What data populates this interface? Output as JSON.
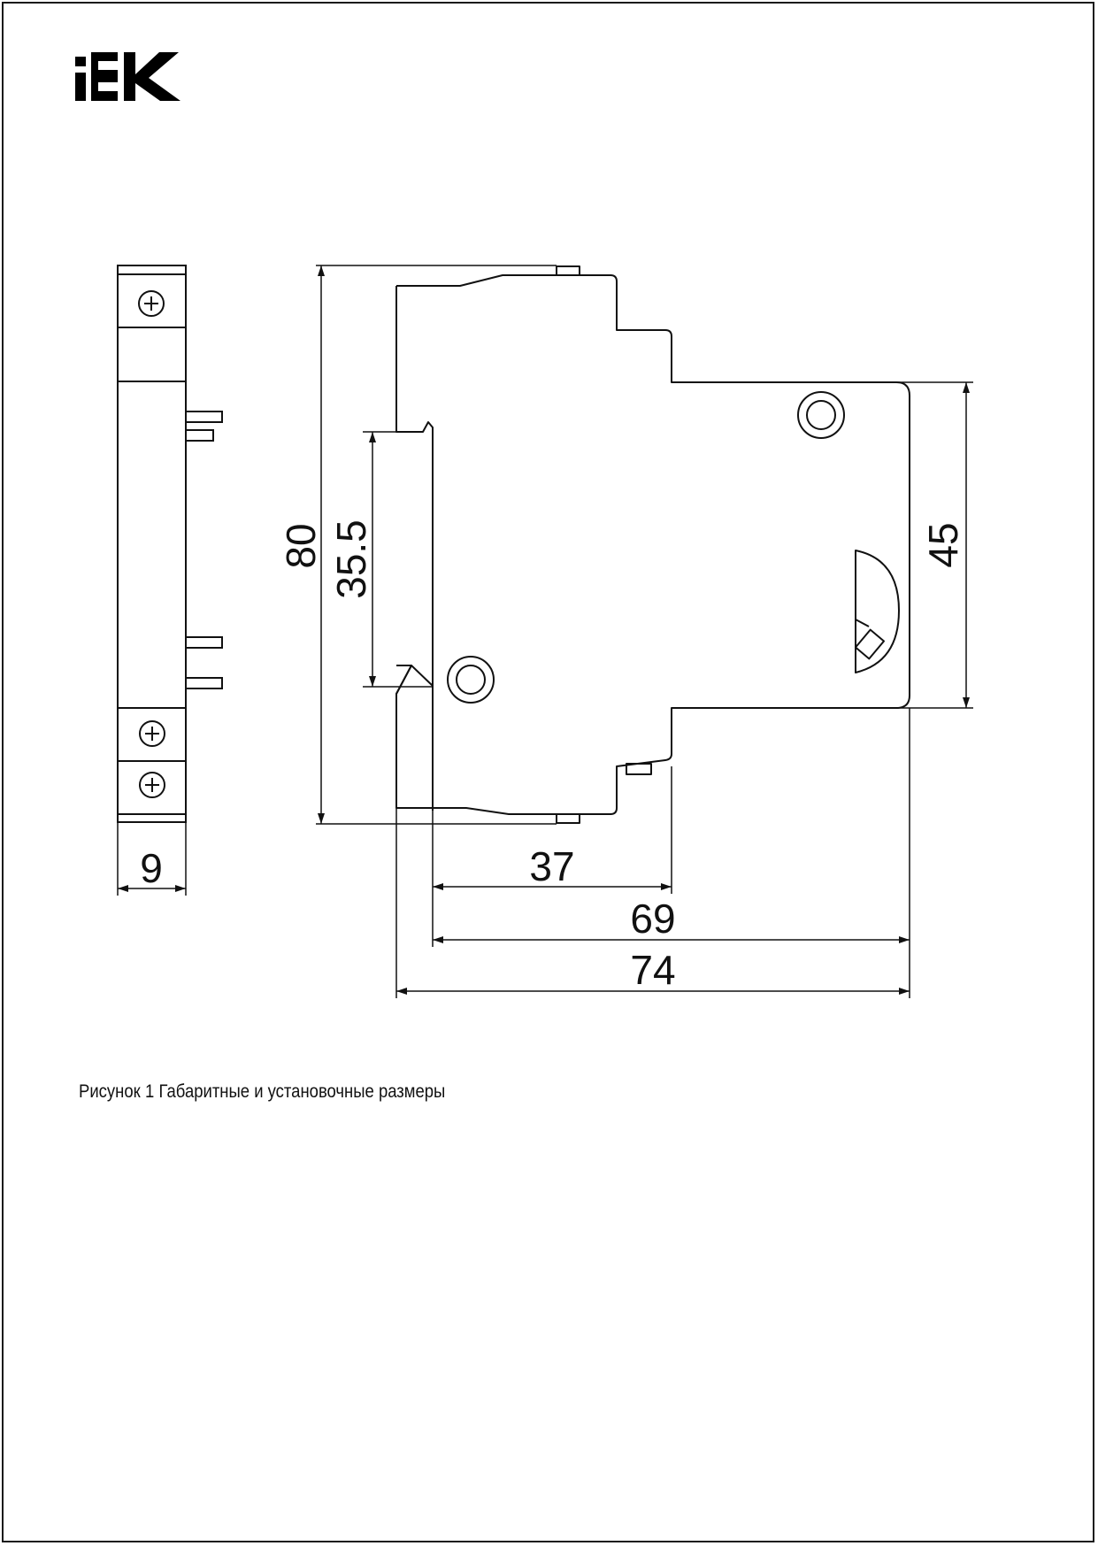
{
  "logo": {
    "text": "IEK"
  },
  "dimensions": {
    "side_width": "9",
    "total_height": "80",
    "rail_height": "35.5",
    "front_height": "45",
    "width_37": "37",
    "width_69": "69",
    "width_74": "74"
  },
  "caption": {
    "label": "Рисунок",
    "number": "1",
    "text": "Габаритные и установочные размеры"
  },
  "colors": {
    "line": "#111111",
    "background": "#ffffff"
  }
}
